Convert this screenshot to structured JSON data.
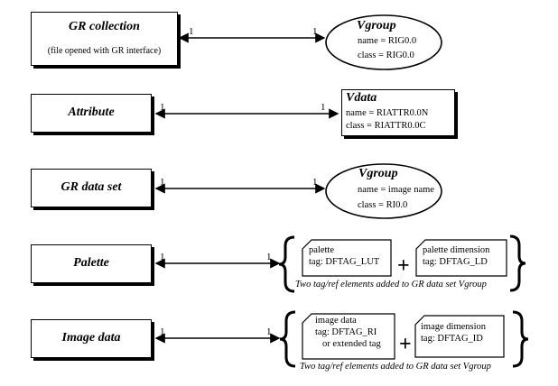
{
  "rows": [
    {
      "source": {
        "title": "GR collection",
        "subtitle": "(file opened with GR interface)"
      },
      "left_mult": "1",
      "right_mult": "1",
      "target": {
        "kind": "oval",
        "title": "Vgroup",
        "lines": [
          "name = RIG0.0",
          "class = RIG0.0"
        ]
      }
    },
    {
      "source": {
        "title": "Attribute"
      },
      "left_mult": "1",
      "right_mult": "1",
      "target": {
        "kind": "vdata",
        "title": "Vdata",
        "lines": [
          "name = RIATTR0.0N",
          "class = RIATTR0.0C"
        ]
      }
    },
    {
      "source": {
        "title": "GR data set"
      },
      "left_mult": "1",
      "right_mult": "1",
      "target": {
        "kind": "oval",
        "title": "Vgroup",
        "lines": [
          "name = image name",
          "class = RI0.0"
        ]
      }
    },
    {
      "source": {
        "title": "Palette"
      },
      "left_mult": "1",
      "right_mult": "1",
      "target": {
        "kind": "pair",
        "cards": [
          {
            "lines": [
              "palette",
              "tag: DFTAG_LUT"
            ]
          },
          {
            "lines": [
              "palette dimension",
              "tag: DFTAG_LD"
            ]
          }
        ],
        "plus": "+",
        "caption": "Two tag/ref elements added to GR data set Vgroup"
      }
    },
    {
      "source": {
        "title": "Image data"
      },
      "left_mult": "1",
      "right_mult": "1",
      "target": {
        "kind": "pair",
        "cards": [
          {
            "lines": [
              "image data",
              "tag: DFTAG_RI",
              "or extended tag"
            ]
          },
          {
            "lines": [
              "image dimension",
              "tag: DFTAG_ID"
            ]
          }
        ],
        "plus": "+",
        "caption": "Two tag/ref elements added to GR data set Vgroup"
      }
    }
  ]
}
